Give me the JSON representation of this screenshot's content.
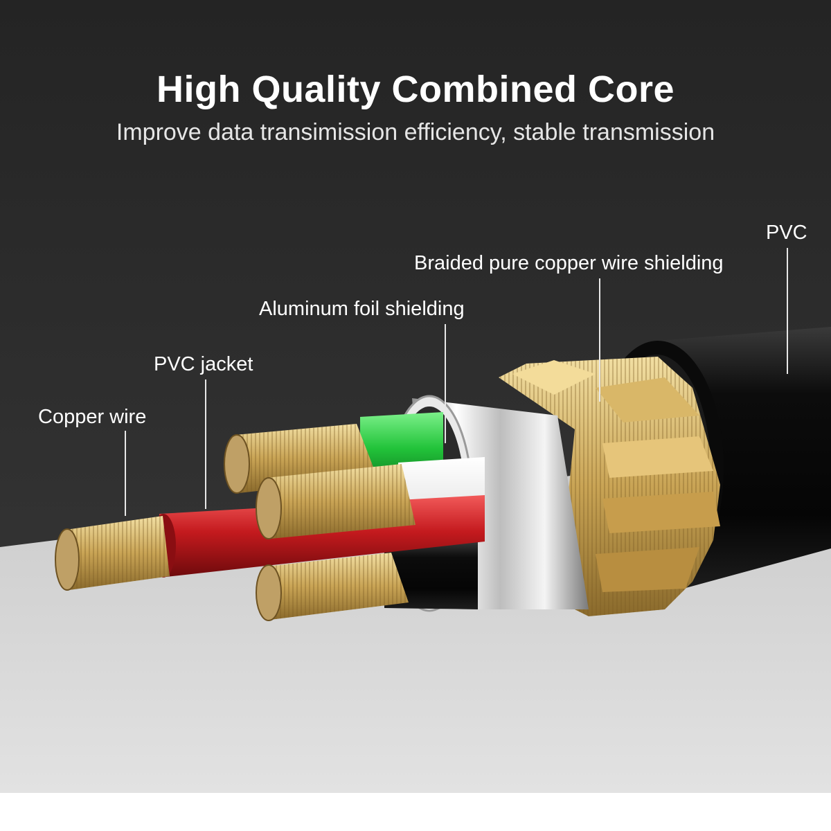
{
  "header": {
    "title": "High Quality Combined Core",
    "subtitle": "Improve data transimission efficiency, stable transmission"
  },
  "labels": {
    "pvc": "PVC",
    "braided_shielding": "Braided pure copper wire shielding",
    "foil_shielding": "Aluminum foil shielding",
    "pvc_jacket": "PVC jacket",
    "copper_wire": "Copper wire"
  },
  "colors": {
    "background_dark": "#2e2e2e",
    "floor": "#d4d4d4",
    "copper": "#d4b56a",
    "red_jacket": "#c0161c",
    "green_jacket": "#22c33a",
    "outer_jacket": "#0d0d0d"
  }
}
